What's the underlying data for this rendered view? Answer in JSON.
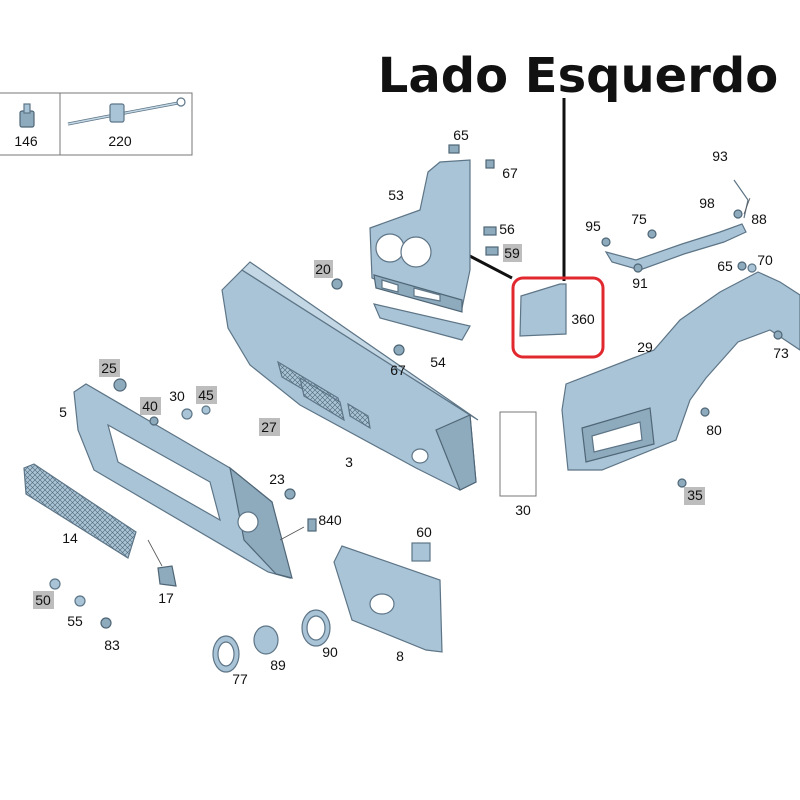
{
  "callout": {
    "title": "Lado Esquerdo",
    "highlight_color": "#e0282e"
  },
  "legend_box": {
    "items": [
      {
        "part_no": "146",
        "icon": "clip-icon"
      },
      {
        "part_no": "220",
        "icon": "cable-tie-icon"
      }
    ]
  },
  "parts": [
    {
      "key": "p65a",
      "no": "65",
      "shaded": false
    },
    {
      "key": "p67a",
      "no": "67",
      "shaded": false
    },
    {
      "key": "p53",
      "no": "53",
      "shaded": false
    },
    {
      "key": "p56",
      "no": "56",
      "shaded": false
    },
    {
      "key": "p59",
      "no": "59",
      "shaded": true
    },
    {
      "key": "p20",
      "no": "20",
      "shaded": true
    },
    {
      "key": "p360",
      "no": "360",
      "shaded": false
    },
    {
      "key": "p67b",
      "no": "67",
      "shaded": false
    },
    {
      "key": "p54",
      "no": "54",
      "shaded": false
    },
    {
      "key": "p93",
      "no": "93",
      "shaded": false
    },
    {
      "key": "p98",
      "no": "98",
      "shaded": false
    },
    {
      "key": "p88",
      "no": "88",
      "shaded": false
    },
    {
      "key": "p95",
      "no": "95",
      "shaded": false
    },
    {
      "key": "p75",
      "no": "75",
      "shaded": false
    },
    {
      "key": "p65b",
      "no": "65",
      "shaded": false
    },
    {
      "key": "p70",
      "no": "70",
      "shaded": false
    },
    {
      "key": "p91",
      "no": "91",
      "shaded": false
    },
    {
      "key": "p29",
      "no": "29",
      "shaded": false
    },
    {
      "key": "p73",
      "no": "73",
      "shaded": false
    },
    {
      "key": "p80",
      "no": "80",
      "shaded": false
    },
    {
      "key": "p35",
      "no": "35",
      "shaded": true
    },
    {
      "key": "p25",
      "no": "25",
      "shaded": true
    },
    {
      "key": "p5",
      "no": "5",
      "shaded": false
    },
    {
      "key": "p40",
      "no": "40",
      "shaded": true
    },
    {
      "key": "p30a",
      "no": "30",
      "shaded": false
    },
    {
      "key": "p45",
      "no": "45",
      "shaded": true
    },
    {
      "key": "p27",
      "no": "27",
      "shaded": true
    },
    {
      "key": "p3",
      "no": "3",
      "shaded": false
    },
    {
      "key": "p30b",
      "no": "30",
      "shaded": false
    },
    {
      "key": "p23",
      "no": "23",
      "shaded": false
    },
    {
      "key": "p840",
      "no": "840",
      "shaded": false
    },
    {
      "key": "p14",
      "no": "14",
      "shaded": false
    },
    {
      "key": "p60",
      "no": "60",
      "shaded": false
    },
    {
      "key": "p17",
      "no": "17",
      "shaded": false
    },
    {
      "key": "p50",
      "no": "50",
      "shaded": true
    },
    {
      "key": "p55",
      "no": "55",
      "shaded": false
    },
    {
      "key": "p83",
      "no": "83",
      "shaded": false
    },
    {
      "key": "p8",
      "no": "8",
      "shaded": false
    },
    {
      "key": "p90",
      "no": "90",
      "shaded": false
    },
    {
      "key": "p89",
      "no": "89",
      "shaded": false
    },
    {
      "key": "p77",
      "no": "77",
      "shaded": false
    }
  ]
}
